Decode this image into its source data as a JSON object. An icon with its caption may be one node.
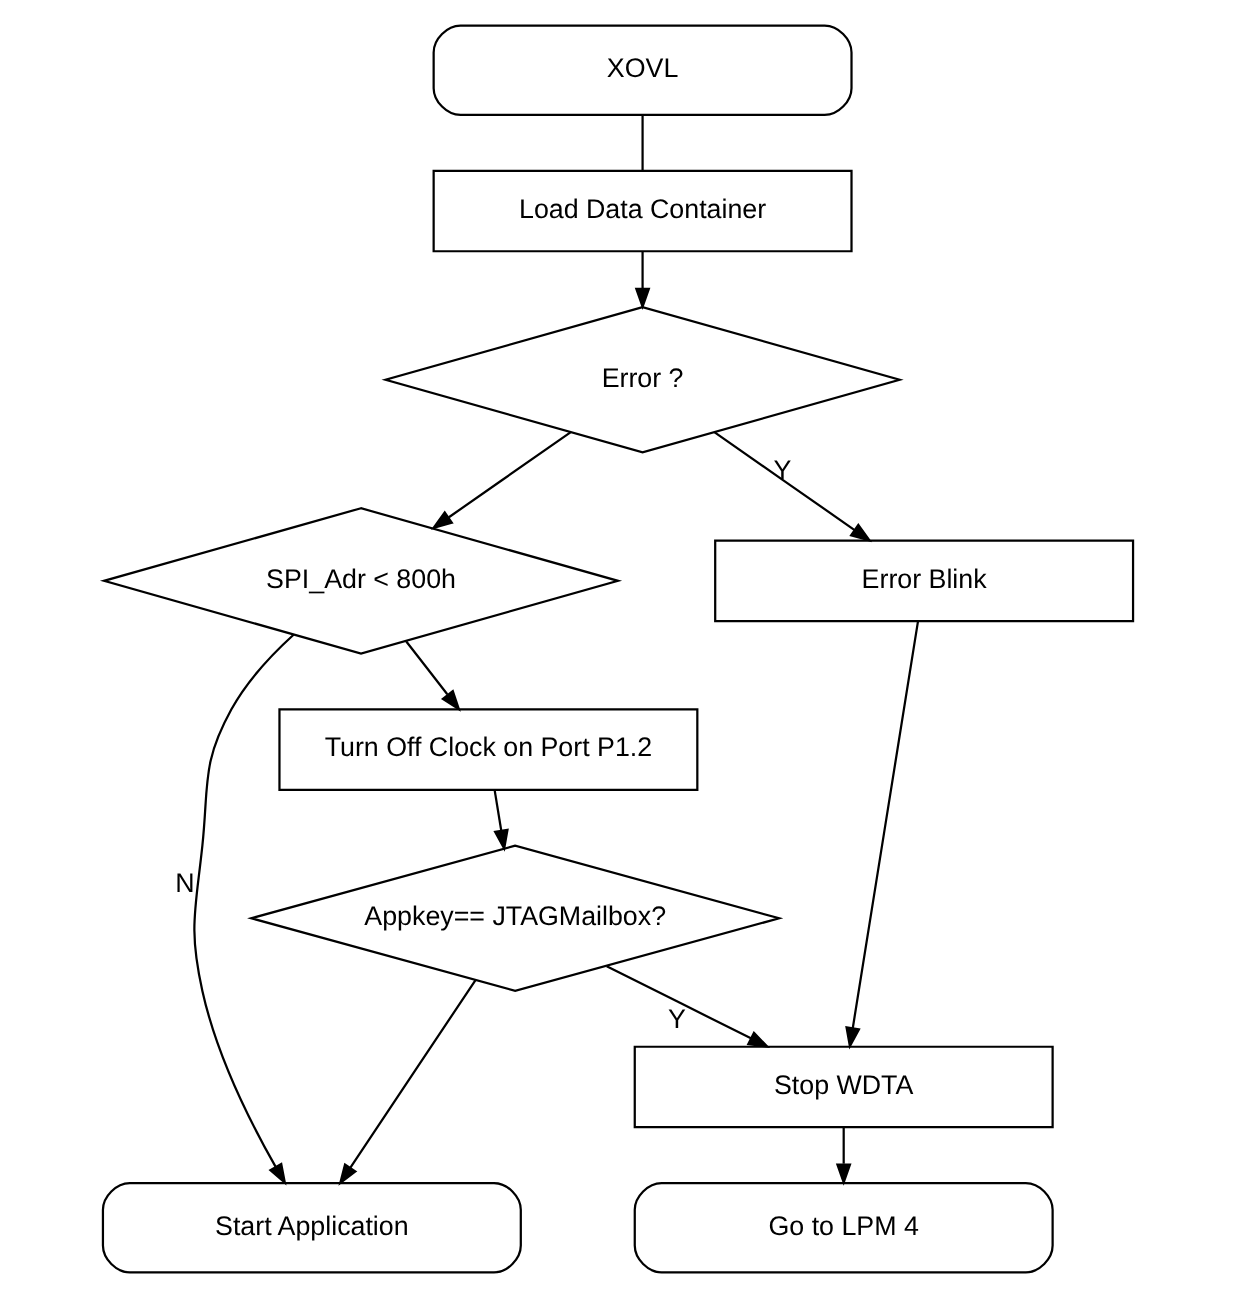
{
  "diagram": {
    "nodes": [
      {
        "text": [
          "XOVL"
        ]
      },
      {
        "text": [
          "Load Data Container"
        ]
      },
      {
        "text": [
          "Error ?"
        ]
      },
      {
        "text": [
          "SPI_Adr < 800h"
        ]
      },
      {
        "text": [
          "Error Blink"
        ]
      },
      {
        "text": [
          "Turn Off Clock on Port P1.2"
        ]
      },
      {
        "text": [
          "Appkey== JTAGMailbox?"
        ]
      },
      {
        "text": [
          "Stop WDTA"
        ]
      },
      {
        "text": [
          "Start Application"
        ]
      },
      {
        "text": [
          "Go to LPM 4"
        ]
      }
    ],
    "edges": [
      {
        "from": 0,
        "to": 1,
        "arrow": "none"
      },
      {
        "from": 1,
        "to": 2,
        "arrow": "to"
      },
      {
        "from": 2,
        "to": 4,
        "arrow": "to",
        "label": "Y"
      },
      {
        "from": 2,
        "to": 3,
        "arrow": "to"
      },
      {
        "from": 3,
        "to": 8,
        "arrow": "to",
        "label": "N"
      },
      {
        "from": 3,
        "to": 5,
        "arrow": "to"
      },
      {
        "from": 4,
        "to": 7,
        "arrow": "to"
      },
      {
        "from": 5,
        "to": 6,
        "arrow": "to"
      },
      {
        "from": 6,
        "to": 7,
        "arrow": "to",
        "label": "Y"
      },
      {
        "from": 6,
        "to": 8,
        "arrow": "to"
      },
      {
        "from": 7,
        "to": 9,
        "arrow": "to"
      }
    ]
  }
}
